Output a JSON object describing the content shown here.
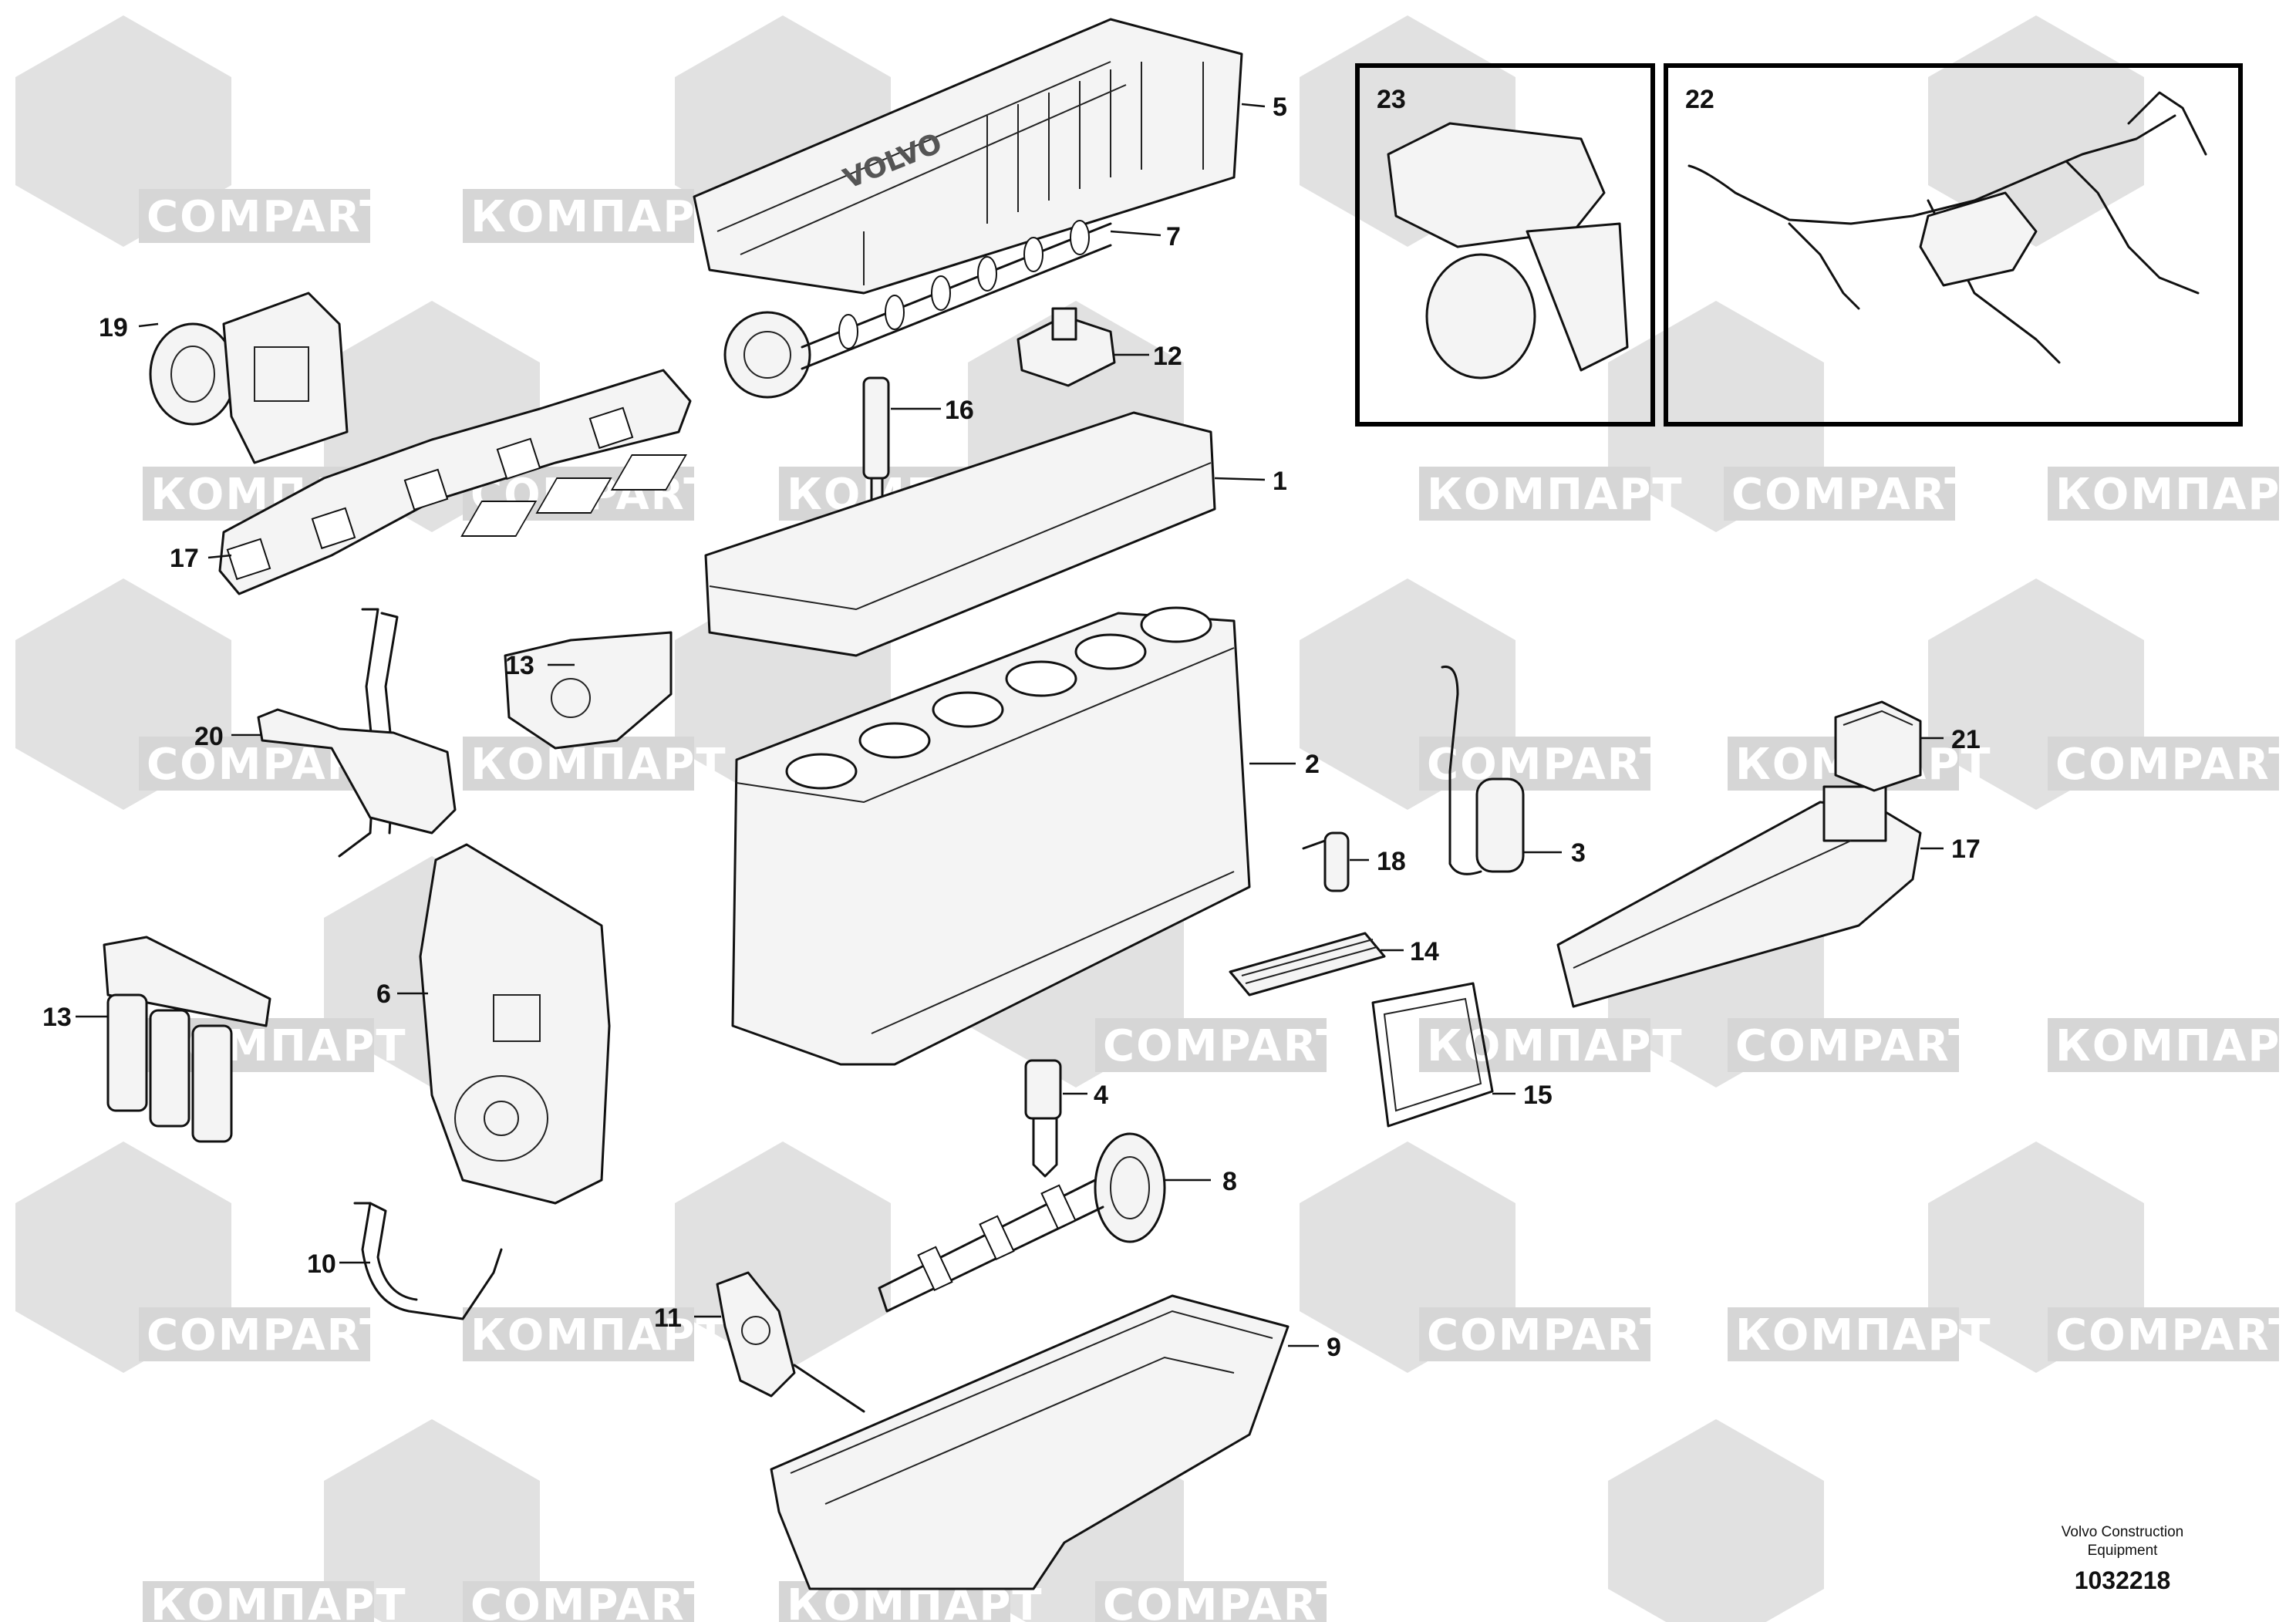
{
  "diagram": {
    "callouts": [
      {
        "id": "1",
        "label": "1"
      },
      {
        "id": "2",
        "label": "2"
      },
      {
        "id": "3",
        "label": "3"
      },
      {
        "id": "4",
        "label": "4"
      },
      {
        "id": "5",
        "label": "5"
      },
      {
        "id": "6",
        "label": "6"
      },
      {
        "id": "7",
        "label": "7"
      },
      {
        "id": "8",
        "label": "8"
      },
      {
        "id": "9",
        "label": "9"
      },
      {
        "id": "10",
        "label": "10"
      },
      {
        "id": "11",
        "label": "11"
      },
      {
        "id": "12",
        "label": "12"
      },
      {
        "id": "13a",
        "label": "13"
      },
      {
        "id": "13b",
        "label": "13"
      },
      {
        "id": "14",
        "label": "14"
      },
      {
        "id": "15",
        "label": "15"
      },
      {
        "id": "16",
        "label": "16"
      },
      {
        "id": "17a",
        "label": "17"
      },
      {
        "id": "17b",
        "label": "17"
      },
      {
        "id": "18",
        "label": "18"
      },
      {
        "id": "19",
        "label": "19"
      },
      {
        "id": "20",
        "label": "20"
      },
      {
        "id": "21",
        "label": "21"
      },
      {
        "id": "22",
        "label": "22"
      },
      {
        "id": "23",
        "label": "23"
      }
    ],
    "inset_labels": {
      "left": "23",
      "right": "22"
    },
    "engraving": "VOLVO",
    "watermark": {
      "latin": "COMPART",
      "cyrillic": "КОМПАРТ",
      "color": "#dcdcdc"
    },
    "footer": {
      "line1": "Volvo Construction",
      "line2": "Equipment",
      "code": "1032218"
    }
  }
}
